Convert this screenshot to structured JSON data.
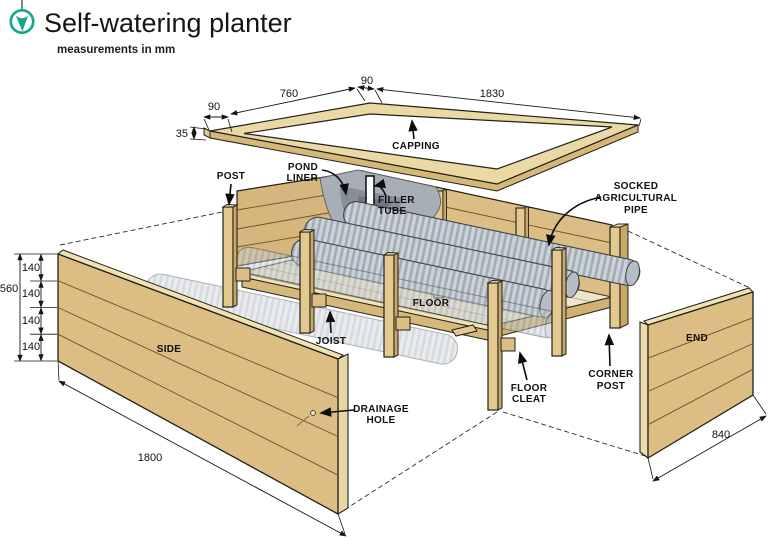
{
  "header": {
    "title": "Self-watering planter",
    "subtitle": "measurements in mm",
    "logo_icon": "teal-circle-drop-icon"
  },
  "labels": {
    "capping": "CAPPING",
    "post": "POST",
    "pond_liner": [
      "POND",
      "LINER"
    ],
    "filler_tube": [
      "FILLER",
      "TUBE"
    ],
    "socked_pipe": [
      "SOCKED",
      "AGRICULTURAL",
      "PIPE"
    ],
    "floor": "FLOOR",
    "joist": "JOIST",
    "side": "SIDE",
    "drainage_hole": [
      "DRAINAGE",
      "HOLE"
    ],
    "floor_cleat": [
      "FLOOR",
      "CLEAT"
    ],
    "corner_post": [
      "CORNER",
      "POST"
    ],
    "end": "END"
  },
  "dimensions": {
    "capping_side_width": "90",
    "capping_end_length": "760",
    "capping_member_width": "90",
    "capping_side_length": "1830",
    "capping_thickness": "35",
    "wall_height": "560",
    "board_width": "140",
    "side_length": "1800",
    "end_width": "840"
  },
  "colors": {
    "accent_teal": "#17a68e",
    "wood_face": "#dcbe84",
    "wood_light": "#f0e2b2",
    "wood_edge": "#e8d7a6",
    "wood_dark": "#c9a866",
    "capping_face": "#ead9a4",
    "floor_face": "#ece4cb",
    "liner_gray": "#a8aeb6",
    "liner_dark": "#878e97",
    "pipe_gray": "#ccd2d8",
    "pipe_rib": "#a2abb4",
    "line_black": "#161616"
  }
}
